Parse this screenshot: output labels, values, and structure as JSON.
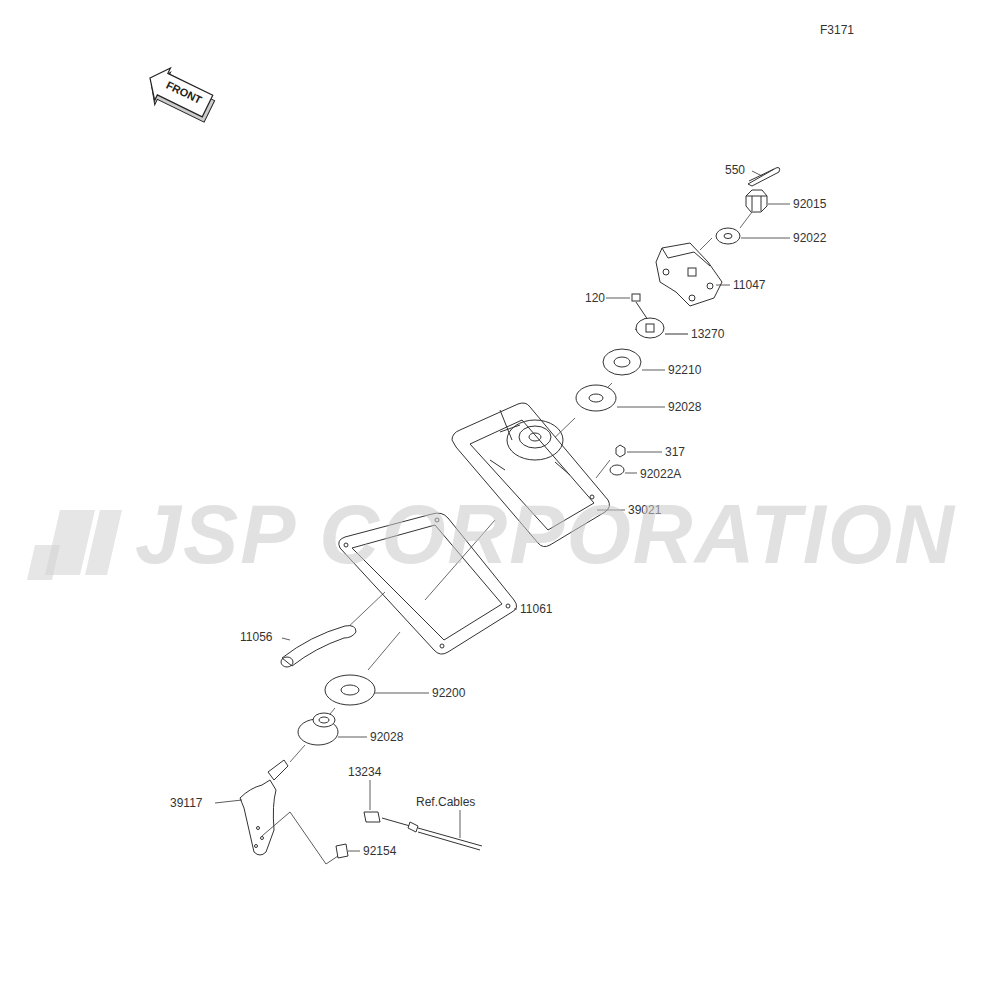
{
  "diagram": {
    "nodes": [
      {
        "text": [
          "FRONT"
        ]
      }
    ],
    "labels": [
      "F3171",
      "550",
      "92015",
      "92022",
      "11047",
      "120",
      "13270",
      "92210",
      "92028",
      "317",
      "92022A",
      "39021",
      "11061",
      "11056",
      "92200",
      "92028",
      "39117",
      "13234",
      "Ref.Cables",
      "92154",
      "JSP CORPORATION"
    ]
  }
}
